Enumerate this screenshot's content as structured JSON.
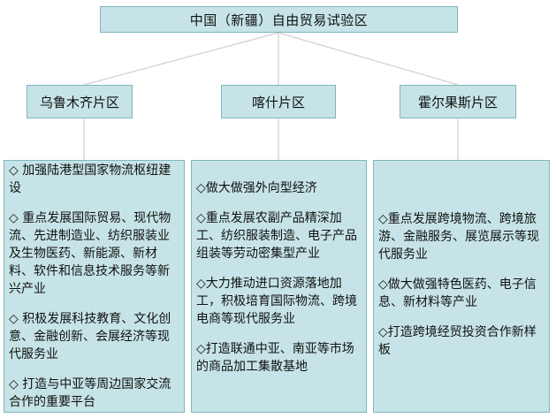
{
  "title": "中国（新疆）自由贸易试验区",
  "zones": [
    {
      "name": "乌鲁木齐片区",
      "items": [
        "◇ 加强陆港型国家物流枢纽建设",
        "◇ 重点发展国际贸易、现代物流、先进制造业、纺织服装业及生物医药、新能源、新材料、软件和信息技术服务等新兴产业",
        "◇ 积极发展科技教育、文化创意、金融创新、会展经济等现代服务业",
        "◇ 打造与中亚等周边国家交流合作的重要平台"
      ]
    },
    {
      "name": "喀什片区",
      "items": [
        "◇做大做强外向型经济",
        "◇重点发展农副产品精深加工、纺织服装制造、电子产品组装等劳动密集型产业",
        "◇大力推动进口资源落地加工，积极培育国际物流、跨境电商等现代服务业",
        "◇打造联通中亚、南亚等市场的商品加工集散基地"
      ]
    },
    {
      "name": "霍尔果斯片区",
      "items": [
        "◇重点发展跨境物流、跨境旅游、金融服务、展览展示等现代服务业",
        "◇做大做强特色医药、电子信息、新材料等产业",
        "◇打造跨境经贸投资合作新样板"
      ]
    }
  ]
}
